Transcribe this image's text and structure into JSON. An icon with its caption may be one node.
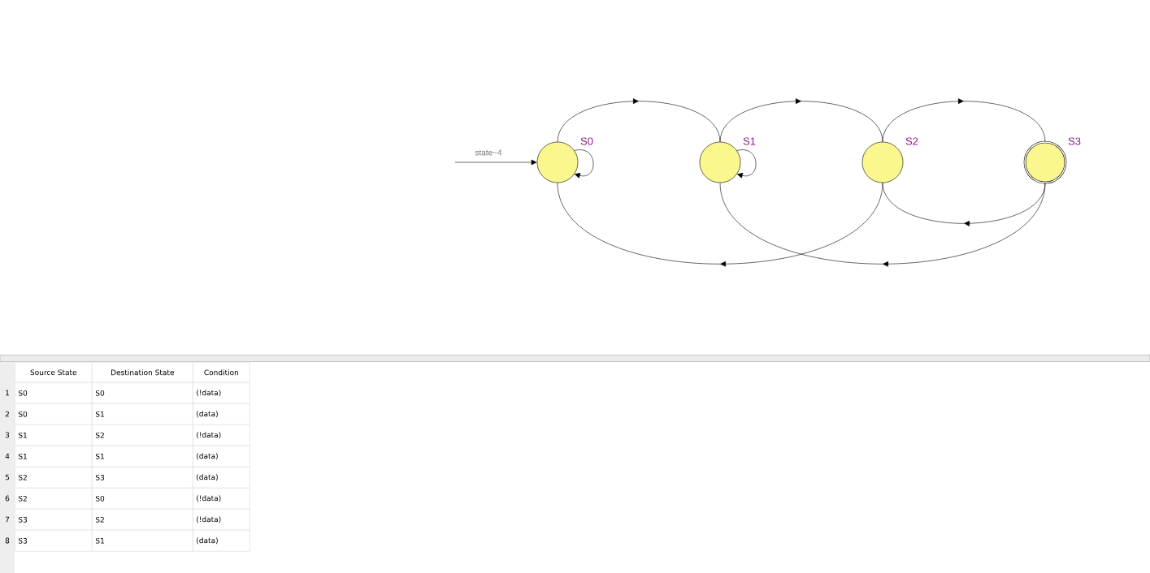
{
  "diagram": {
    "nodes": [
      {
        "text": [
          "S0"
        ]
      },
      {
        "text": [
          "S1"
        ]
      },
      {
        "text": [
          "S2"
        ]
      },
      {
        "text": [
          "S3"
        ]
      }
    ],
    "edges": [
      {
        "from": null,
        "to": 0,
        "arrow": "to",
        "label": "state~4"
      },
      {
        "from": 0,
        "to": 0,
        "arrow": "to"
      },
      {
        "from": 0,
        "to": 1,
        "arrow": "to"
      },
      {
        "from": 1,
        "to": 2,
        "arrow": "to"
      },
      {
        "from": 1,
        "to": 1,
        "arrow": "to"
      },
      {
        "from": 2,
        "to": 3,
        "arrow": "to"
      },
      {
        "from": 2,
        "to": 0,
        "arrow": "to"
      },
      {
        "from": 3,
        "to": 2,
        "arrow": "to"
      },
      {
        "from": 3,
        "to": 1,
        "arrow": "to"
      }
    ],
    "labels": [
      "Source State",
      "Destination State",
      "Condition",
      "1",
      "S0",
      "S0",
      "(!data)",
      "2",
      "S0",
      "S1",
      "(data)",
      "3",
      "S1",
      "S2",
      "(!data)",
      "4",
      "S1",
      "S1",
      "(data)",
      "5",
      "S2",
      "S3",
      "(data)",
      "6",
      "S2",
      "S0",
      "(!data)",
      "7",
      "S3",
      "S2",
      "(!data)",
      "8",
      "S3",
      "S1",
      "(data)"
    ]
  }
}
